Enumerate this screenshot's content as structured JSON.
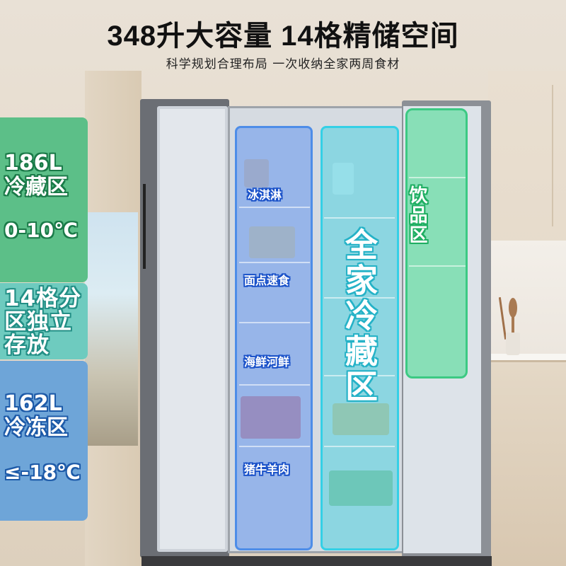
{
  "headline": {
    "title": "348升大容量  14格精储空间",
    "subtitle": "科学规划合理布局 一次收纳全家两周食材"
  },
  "side_panels": {
    "fridge": {
      "capacity": "186L",
      "name": "冷藏区",
      "temperature": "0-10℃",
      "color": "#5cbf88"
    },
    "compartments": {
      "line1": "14格分",
      "line2": "区独立",
      "line3": "存放",
      "color": "#6ecbbf"
    },
    "freezer": {
      "capacity": "162L",
      "name": "冷冻区",
      "temperature": "≤-18℃",
      "color": "#6ea5d8"
    }
  },
  "zones": {
    "freezer": {
      "color": "#4e8de8",
      "labels": [
        "冰淇淋",
        "面点速食",
        "海鲜河鲜",
        "猪牛羊肉"
      ]
    },
    "fridge": {
      "color": "#34d0e6",
      "label": "全家冷藏区"
    },
    "drinks": {
      "color": "#3cc983",
      "label": "饮品区"
    }
  }
}
